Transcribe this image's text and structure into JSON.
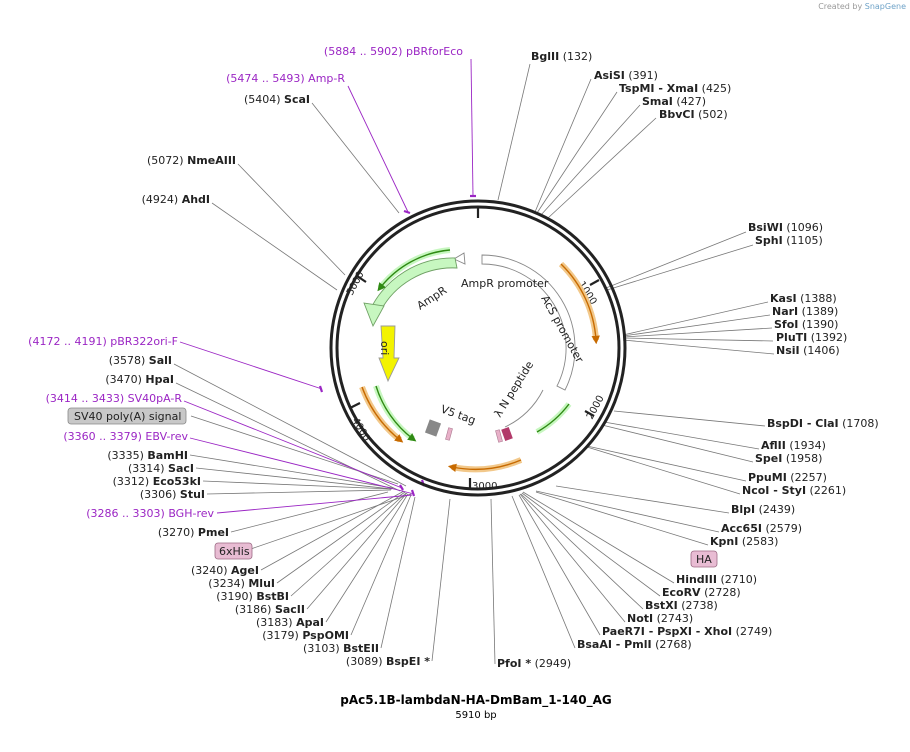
{
  "credit": {
    "prefix": "Created by",
    "brand": "SnapGene"
  },
  "plasmid": {
    "name": "pAc5.1B-lambdaN-HA-DmBam_1-140_AG",
    "length": "5910 bp"
  },
  "ticks": [
    "1000",
    "2000",
    "3000",
    "4000",
    "5000"
  ],
  "features": [
    {
      "label": "AmpR promoter"
    },
    {
      "label": "AmpR"
    },
    {
      "label": "AcS promoter"
    },
    {
      "label": "ori"
    },
    {
      "label": "λ N peptide"
    },
    {
      "label": "V5 tag"
    }
  ],
  "boxed_labels": [
    "SV40 poly(A) signal",
    "6xHis",
    "HA"
  ],
  "left_sites": [
    {
      "pos": "(5072)",
      "name": "NmeAIII"
    },
    {
      "pos": "(4924)",
      "name": "AhdI"
    },
    {
      "pos": "(5404)",
      "name": "ScaI"
    },
    {
      "pos": "(3578)",
      "name": "SalI"
    },
    {
      "pos": "(3470)",
      "name": "HpaI"
    },
    {
      "pos": "(3335)",
      "name": "BamHI"
    },
    {
      "pos": "(3314)",
      "name": "SacI"
    },
    {
      "pos": "(3312)",
      "name": "Eco53kI"
    },
    {
      "pos": "(3306)",
      "name": "StuI"
    },
    {
      "pos": "(3270)",
      "name": "PmeI"
    },
    {
      "pos": "(3240)",
      "name": "AgeI"
    },
    {
      "pos": "(3234)",
      "name": "MluI"
    },
    {
      "pos": "(3190)",
      "name": "BstBI"
    },
    {
      "pos": "(3186)",
      "name": "SacII"
    },
    {
      "pos": "(3183)",
      "name": "ApaI"
    },
    {
      "pos": "(3179)",
      "name": "PspOMI"
    },
    {
      "pos": "(3103)",
      "name": "BstEII"
    },
    {
      "pos": "(3089)",
      "name": "BspEI *"
    }
  ],
  "right_sites": [
    {
      "name": "BglII",
      "pos": "(132)"
    },
    {
      "name": "AsiSI",
      "pos": "(391)"
    },
    {
      "name": "TspMI   - XmaI",
      "pos": "(425)"
    },
    {
      "name": "SmaI",
      "pos": "(427)"
    },
    {
      "name": "BbvCI",
      "pos": "(502)"
    },
    {
      "name": "BsiWI",
      "pos": "(1096)"
    },
    {
      "name": "SphI",
      "pos": "(1105)"
    },
    {
      "name": "KasI",
      "pos": "(1388)"
    },
    {
      "name": "NarI",
      "pos": "(1389)"
    },
    {
      "name": "SfoI",
      "pos": "(1390)"
    },
    {
      "name": "PluTI",
      "pos": "(1392)"
    },
    {
      "name": "NsiI",
      "pos": "(1406)"
    },
    {
      "name": "BspDI   - ClaI",
      "pos": "(1708)"
    },
    {
      "name": "AflII",
      "pos": "(1934)"
    },
    {
      "name": "SpeI",
      "pos": "(1958)"
    },
    {
      "name": "PpuMI",
      "pos": "(2257)"
    },
    {
      "name": "NcoI   - StyI",
      "pos": "(2261)"
    },
    {
      "name": "BlpI",
      "pos": "(2439)"
    },
    {
      "name": "Acc65I",
      "pos": "(2579)"
    },
    {
      "name": "KpnI",
      "pos": "(2583)"
    },
    {
      "name": "HindIII",
      "pos": "(2710)"
    },
    {
      "name": "EcoRV",
      "pos": "(2728)"
    },
    {
      "name": "BstXI",
      "pos": "(2738)"
    },
    {
      "name": "NotI",
      "pos": "(2743)"
    },
    {
      "name": "PaeR7I   - PspXI   - XhoI",
      "pos": "(2749)"
    },
    {
      "name": "BsaAI   - PmlI",
      "pos": "(2768)"
    },
    {
      "name": "PfoI *",
      "pos": "(2949)"
    }
  ],
  "primers": [
    {
      "pos": "(5884 .. 5902)",
      "name": "pBRforEco"
    },
    {
      "pos": "(5474 .. 5493)",
      "name": "Amp-R"
    },
    {
      "pos": "(4172 .. 4191)",
      "name": "pBR322ori-F"
    },
    {
      "pos": "(3414 .. 3433)",
      "name": "SV40pA-R"
    },
    {
      "pos": "(3360 .. 3379)",
      "name": "EBV-rev"
    },
    {
      "pos": "(3286 .. 3303)",
      "name": "BGH-rev"
    }
  ]
}
